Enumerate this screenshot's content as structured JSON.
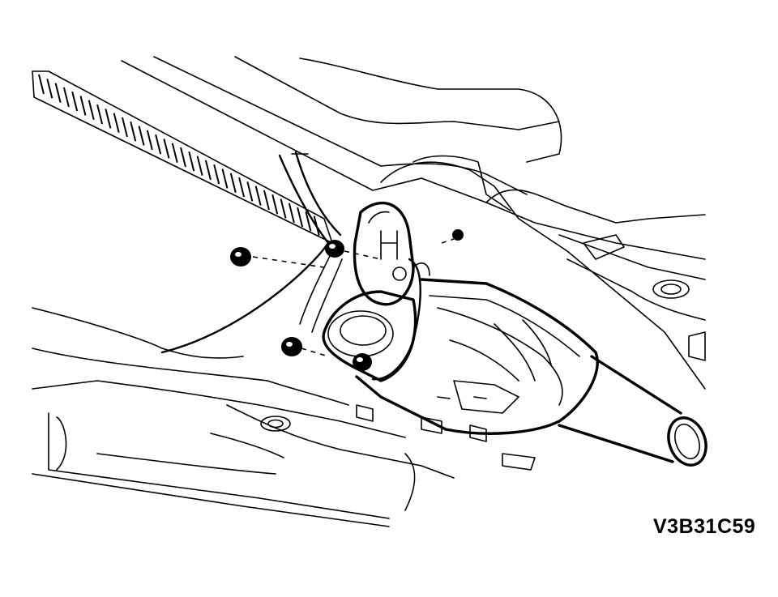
{
  "figure": {
    "code": "V3B31C59"
  },
  "colors": {
    "ink": "#000000",
    "paper": "#ffffff"
  },
  "parts": {
    "fasteners": [
      "nut",
      "nut",
      "nut",
      "nut",
      "bolt"
    ],
    "components": [
      "exhaust-flange",
      "catalytic-converter",
      "heat-shield",
      "exhaust-pipe",
      "rubber-hanger",
      "floor-pan",
      "crossmember",
      "side-sill"
    ]
  }
}
